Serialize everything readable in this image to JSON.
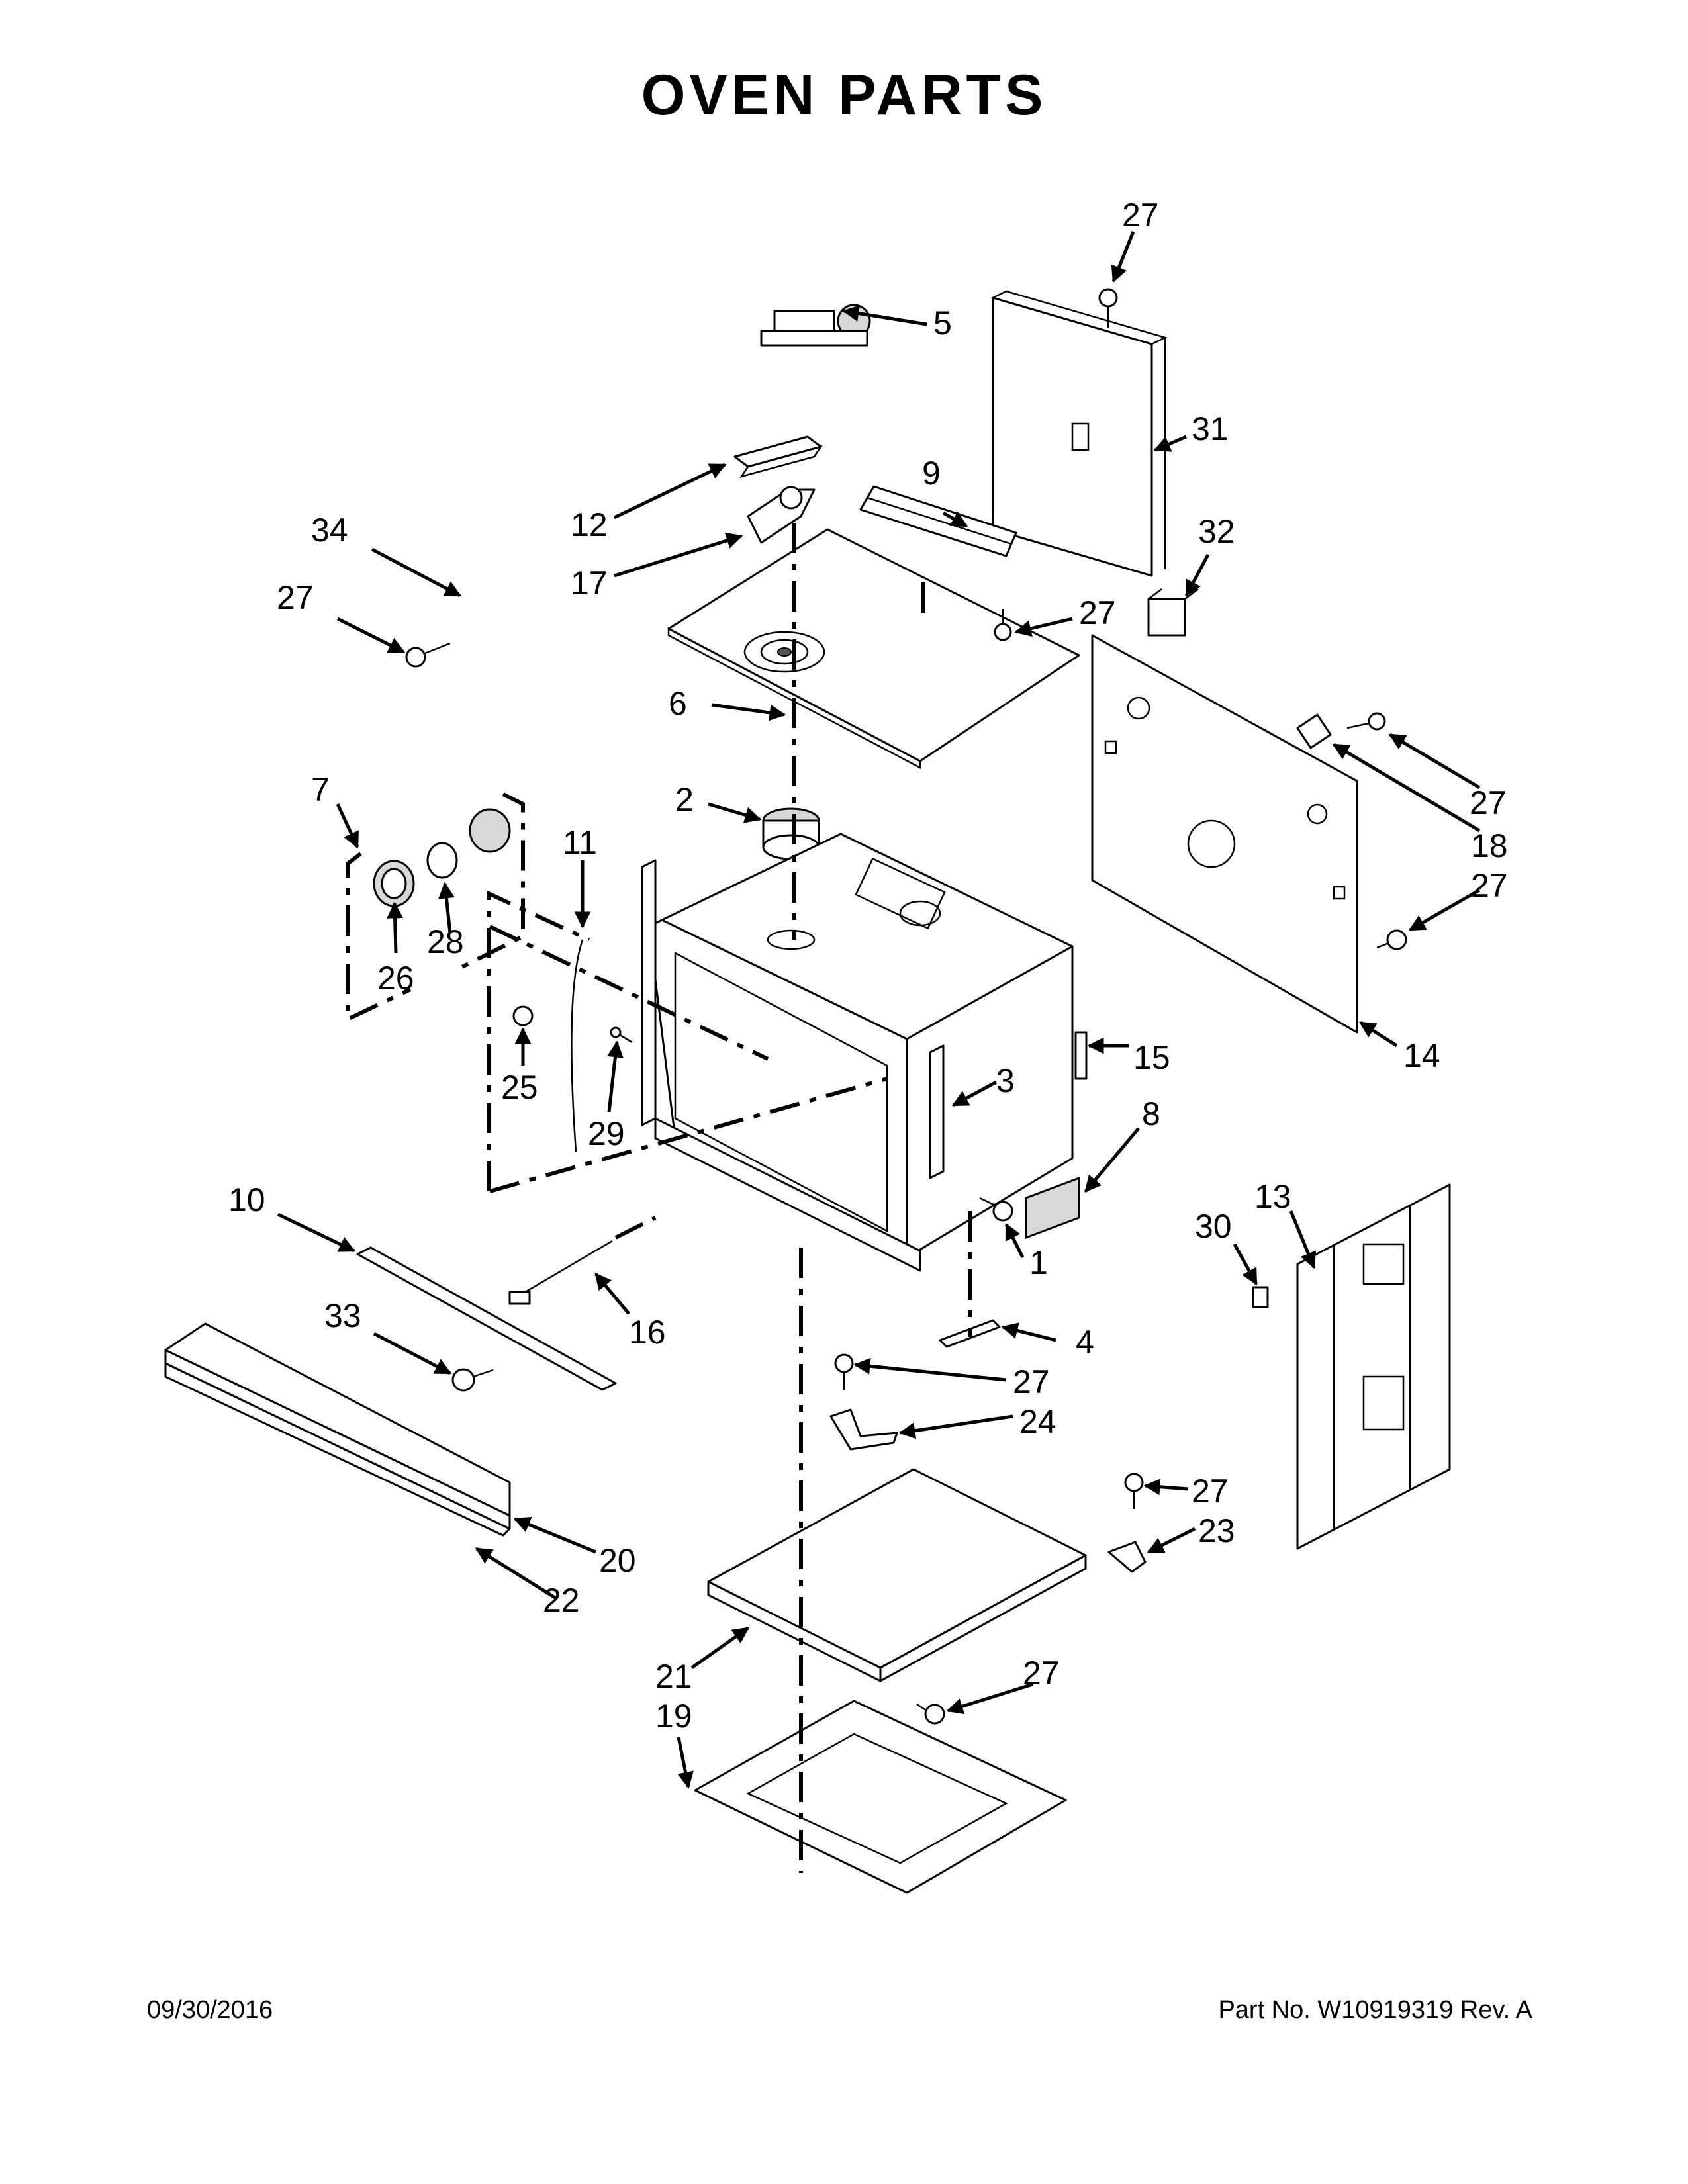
{
  "title": "OVEN PARTS",
  "footer": {
    "date": "09/30/2016",
    "part_no": "Part No.  W10919319  Rev.  A"
  },
  "callouts": {
    "c1": "1",
    "c2": "2",
    "c3": "3",
    "c4": "4",
    "c5": "5",
    "c6": "6",
    "c7": "7",
    "c8": "8",
    "c9": "9",
    "c10": "10",
    "c11": "11",
    "c12": "12",
    "c13": "13",
    "c14": "14",
    "c15": "15",
    "c16": "16",
    "c17": "17",
    "c18": "18",
    "c19": "19",
    "c20": "20",
    "c21": "21",
    "c22": "22",
    "c23": "23",
    "c24": "24",
    "c25": "25",
    "c26": "26",
    "c27": "27",
    "c28": "28",
    "c29": "29",
    "c30": "30",
    "c31": "31",
    "c32": "32",
    "c33": "33",
    "c34": "34"
  }
}
